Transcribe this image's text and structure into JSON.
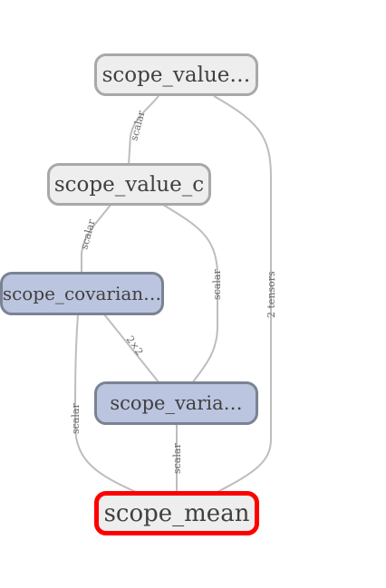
{
  "nodes": {
    "scope_value_top": {
      "label": "scope_value…"
    },
    "scope_value_c": {
      "label": "scope_value_c"
    },
    "scope_covariance": {
      "label": "scope_covarian…"
    },
    "scope_variance": {
      "label": "scope_varia…"
    },
    "scope_mean": {
      "label": "scope_mean"
    }
  },
  "edges": {
    "top_to_c": {
      "label": "scalar"
    },
    "c_to_cov": {
      "label": "scalar"
    },
    "c_to_var": {
      "label": "scalar"
    },
    "top_to_mean": {
      "label": "2 tensors"
    },
    "cov_to_var": {
      "label": "2×2"
    },
    "cov_to_mean": {
      "label": "scalar"
    },
    "var_to_mean": {
      "label": "scalar"
    }
  },
  "colors": {
    "plain_fill": "#eeeeee",
    "plain_border": "#a8a8a8",
    "blue_fill": "#bcc5df",
    "blue_border": "#7b8294",
    "selected_border": "#ff0000",
    "edge": "#bdbdbd"
  }
}
